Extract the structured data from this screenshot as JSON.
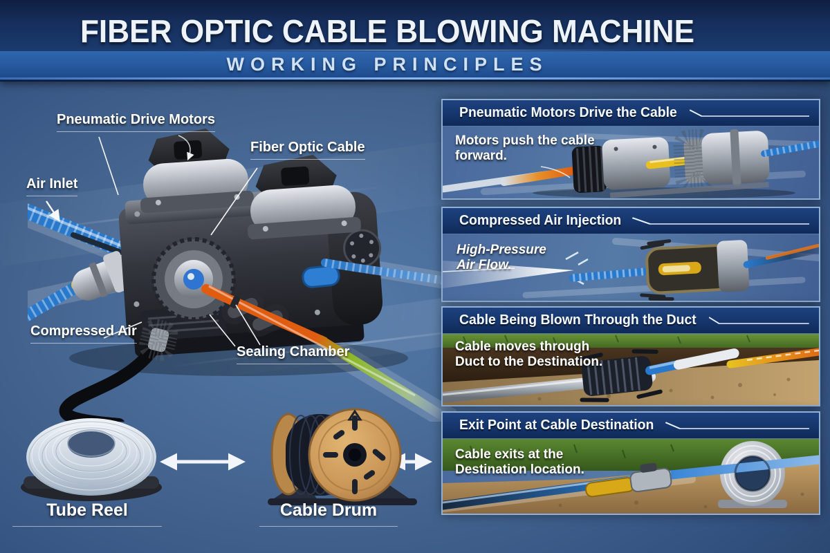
{
  "title": {
    "main": "FIBER OPTIC CABLE BLOWING MACHINE",
    "subtitle": "WORKING PRINCIPLES"
  },
  "machine_labels": {
    "pneumatic_drive_motors": "Pneumatic Drive Motors",
    "fiber_optic_cable": "Fiber Optic Cable",
    "air_inlet": "Air Inlet",
    "compressed_air": "Compressed Air",
    "sealing_chamber": "Sealing Chamber"
  },
  "bottom_items": [
    {
      "label": "Tube Reel"
    },
    {
      "label": "Cable Drum"
    }
  ],
  "panels": [
    {
      "title": "Pneumatic Motors Drive the Cable",
      "caption": "Motors push the cable forward."
    },
    {
      "title": "Compressed Air Injection",
      "caption": "High-Pressure Air Flow."
    },
    {
      "title": "Cable Being Blown Through the Duct",
      "caption": "Cable moves through Duct to the Destination."
    },
    {
      "title": "Exit Point at Cable Destination",
      "caption": "Cable exits at the Destination location."
    }
  ],
  "icons": {
    "double_arrow": "double-headed-arrow",
    "leader_arrow": "leader-arrow"
  },
  "colors": {
    "background_blue": "#44648f",
    "banner_navy": "#16305e",
    "subtitle_band_blue": "#27599e",
    "panel_header_navy": "#15346a",
    "panel_border": "#a5c3e6",
    "cable_blue": "#2e7fd4",
    "cable_yellow": "#e8c020",
    "cable_orange": "#e87418",
    "cable_green": "#7cb82c",
    "machine_gray": "#2b2e35",
    "drum_wood": "#c89455",
    "grass_green": "#4e7c2a",
    "soil_brown": "#42301c",
    "gravel_tan": "#a58a60",
    "text_white": "#ffffff"
  }
}
